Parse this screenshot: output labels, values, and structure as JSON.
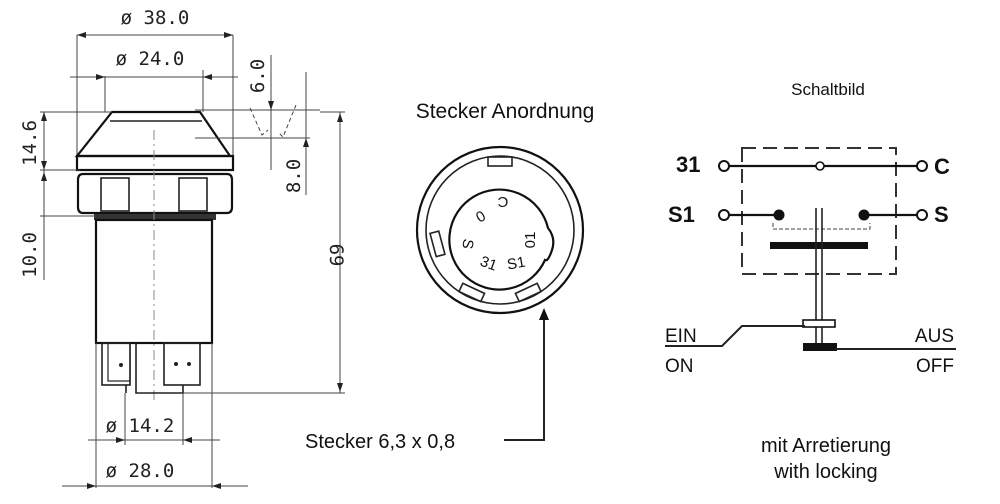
{
  "side_view": {
    "dimensions": {
      "outer_diameter": "ø 38.0",
      "cap_diameter": "ø 24.0",
      "cap_height": "14.6",
      "nut_to_body": "10.0",
      "stroke_top": "6.0",
      "stroke_bottom": "8.0",
      "total_length": "69",
      "terminal_spacing": "ø 14.2",
      "body_diameter": "ø 28.0"
    }
  },
  "connector_view": {
    "title": "Stecker Anordnung",
    "pin_labels": [
      "C",
      "0",
      "S",
      "31",
      "S1",
      "01"
    ],
    "callout": "Stecker 6,3 x 0,8"
  },
  "schematic": {
    "title": "Schaltbild",
    "terminals_left": [
      "31",
      "S1"
    ],
    "terminals_right": [
      "C",
      "S"
    ],
    "on_label_de": "EIN",
    "on_label_en": "ON",
    "off_label_de": "AUS",
    "off_label_en": "OFF",
    "note_de": "mit Arretierung",
    "note_en": "with locking"
  }
}
